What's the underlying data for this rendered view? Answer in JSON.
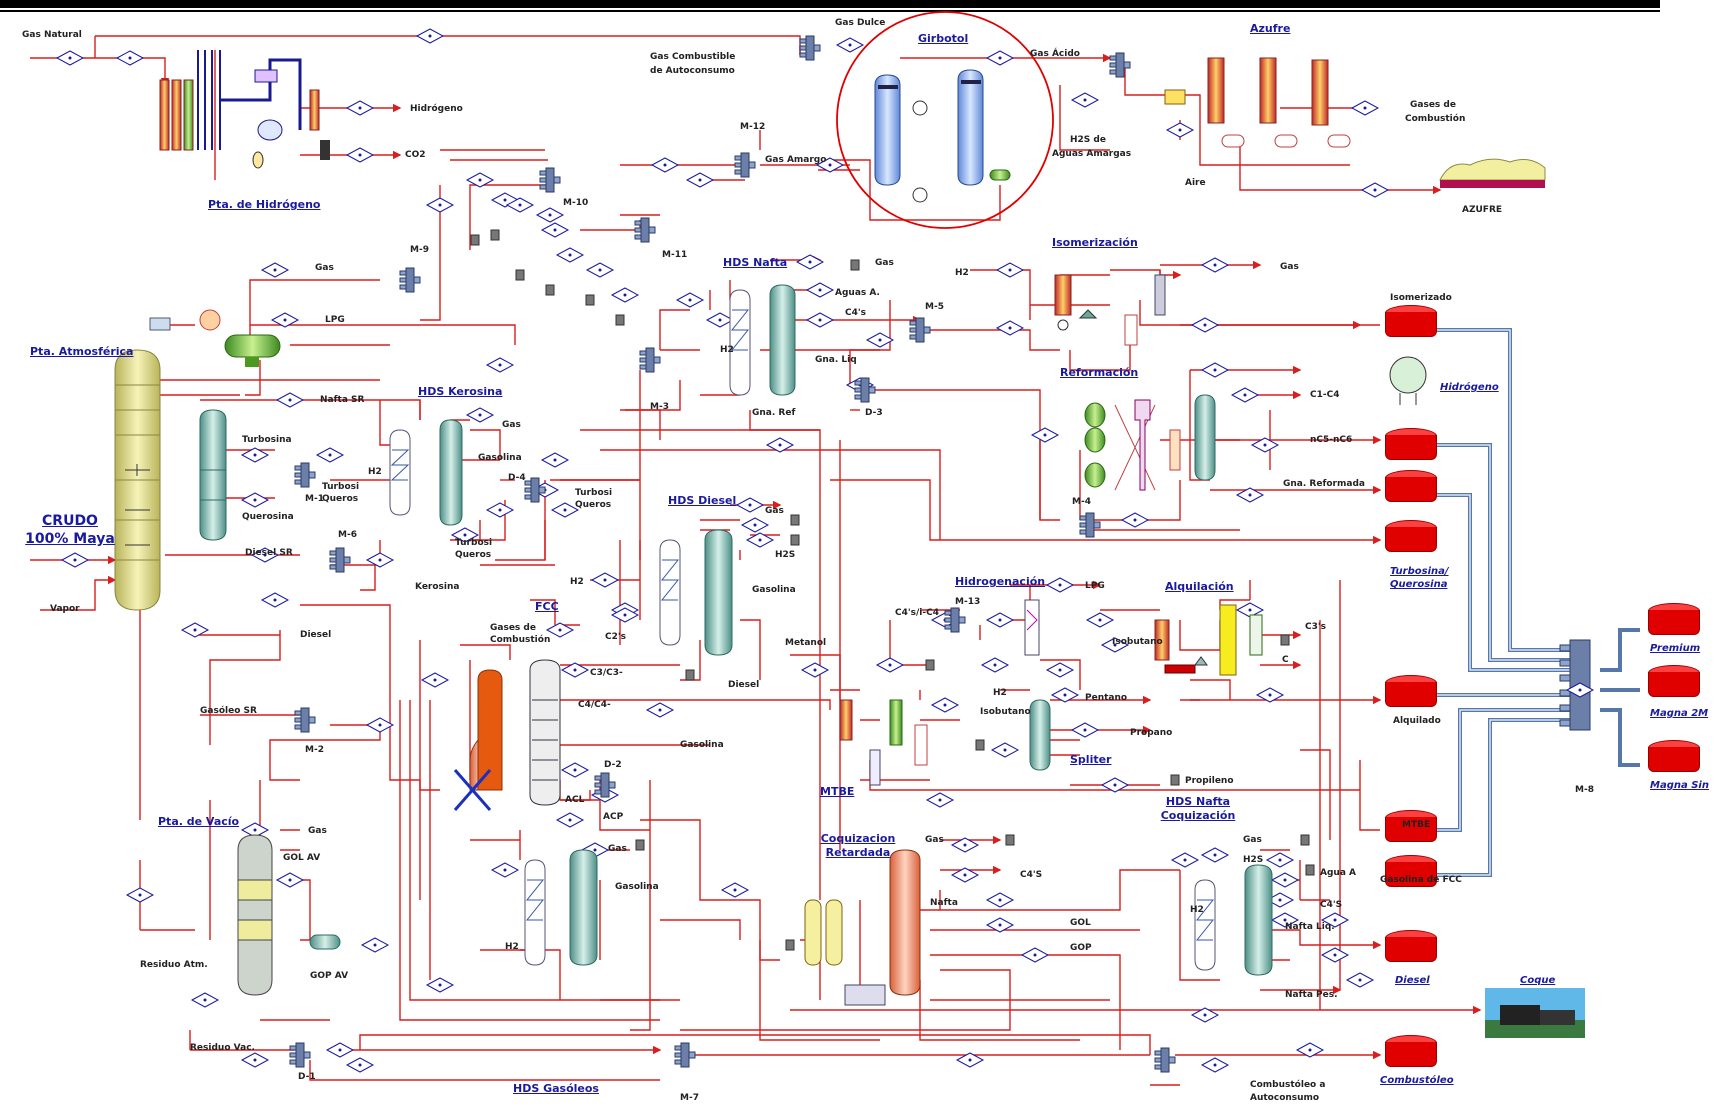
{
  "sections": {
    "pta_hidrogeno": "Pta. de Hidrógeno",
    "girbotol": "Girbotol",
    "azufre": "Azufre",
    "pta_atmosferica": "Pta. Atmosférica",
    "hds_kerosina": "HDS Kerosina",
    "hds_nafta": "HDS Nafta",
    "isomerizacion": "Isomerización",
    "reformacion": "Reformación",
    "hds_diesel": "HDS Diesel",
    "fcc": "FCC",
    "hidrogenacion": "Hidrogenación",
    "alquilacion": "Alquilación",
    "mtbe": "MTBE",
    "spliter": "Spliter",
    "pta_vacio": "Pta. de Vacío",
    "coquizacion_retardada": "Coquizacion Retardada",
    "hds_nafta_coquizacion": "HDS Nafta Coquización",
    "hds_gasoleos": "HDS Gasóleos"
  },
  "crudo": {
    "line1": "CRUDO",
    "line2": "100% Maya"
  },
  "labels": {
    "gas_natural": "Gas Natural",
    "hidrogeno_out": "Hidrógeno",
    "co2": "CO2",
    "gas_dulce": "Gas Dulce",
    "gas_combustible": "Gas Combustible",
    "de_autoconsumo": "de Autoconsumo",
    "gas_acido": "Gas Ácido",
    "h2s_aguas": "H2S de",
    "aguas_amargas": "Aguas Amargas",
    "aire": "Aire",
    "gases_comb_1": "Gases de",
    "gases_comb_2": "Combustión",
    "azufre_prod": "AZUFRE",
    "gas_amargo": "Gas Amargo",
    "m12": "M-12",
    "m10": "M-10",
    "m11": "M-11",
    "m9": "M-9",
    "gas": "Gas",
    "lpg": "LPG",
    "nafta_sr": "Nafta SR",
    "turbosina": "Turbosina",
    "querosina": "Querosina",
    "m1": "M-1",
    "turbo_querosina_1": "Turbosi",
    "turbo_querosina_2": "Queros",
    "diesel_sr": "Diesel SR",
    "m6": "M-6",
    "vapor": "Vapor",
    "h2": "H2",
    "gasolina": "Gasolina",
    "d4": "D-4",
    "kerosina": "Kerosina",
    "diesel": "Diesel",
    "m3": "M-3",
    "gna_ref": "Gna. Ref",
    "gna_liq": "Gna. Liq",
    "d3": "D-3",
    "aguas_a": "Aguas A.",
    "c4s": "C4's",
    "m5": "M-5",
    "c1c4": "C1-C4",
    "nc5nc6": "nC5-nC6",
    "gna_reformada": "Gna. Reformada",
    "m4": "M-4",
    "h2s": "H2S",
    "gases_comb_fcc": "Gases de Combustión",
    "c2s": "C2's",
    "c3c3": "C3/C3-",
    "c4c4": "C4/C4-",
    "acl": "ACL",
    "acp": "ACP",
    "d2": "D-2",
    "metanol": "Metanol",
    "c4_isoc4": "C4's/i-C4",
    "m13": "M-13",
    "isobutano": "Isobutano",
    "pentano": "Pentano",
    "propano": "Propano",
    "propileno": "Propileno",
    "c3s": "C3's",
    "c": "C",
    "gasoleo_sr": "Gasóleo SR",
    "m2": "M-2",
    "gol_av": "GOL AV",
    "gop_av": "GOP AV",
    "residuo_atm": "Residuo Atm.",
    "residuo_vac": "Residuo Vac.",
    "d1": "D-1",
    "m7": "M-7",
    "c4s_cap": "C4'S",
    "nafta": "Nafta",
    "gol": "GOL",
    "gop": "GOP",
    "agua_a": "Agua A",
    "nafta_liq": "Nafta Liq.",
    "nafta_pes": "Nafta Pes.",
    "m8": "M-8",
    "combustoleo_autoconsumo_1": "Combustóleo a",
    "combustoleo_autoconsumo_2": "Autoconsumo"
  },
  "products": {
    "isomerizado": "Isomerizado",
    "hidrogeno": "Hidrógeno",
    "turbosina_querosina": "Turbosina/ Querosina",
    "alquilado": "Alquilado",
    "mtbe": "MTBE",
    "gasolina_fcc": "Gasolina de FCC",
    "diesel": "Diesel",
    "coque": "Coque",
    "combustoleo": "Combustóleo",
    "premium": "Premium",
    "magna_2m": "Magna 2M",
    "magna_sin": "Magna Sin"
  },
  "colors": {
    "pipe": "#d81e1e",
    "stream_diamond_fill": "#ffffff",
    "stream_diamond_stroke": "#1a1aa0",
    "product_tank": "#e00000",
    "product_line": "#5577aa",
    "highlight_circle": "#e00000",
    "section_title": "#1a1aa0",
    "column_yellow": "#f0ec9e",
    "column_teal": "#6cb0a8"
  },
  "icons": {
    "stream_marker": "diamond-stream-icon",
    "mixer": "mixer-icon",
    "tank": "storage-tank-icon",
    "column": "distillation-column-icon",
    "reactor": "reactor-icon",
    "heat_exchanger": "heat-exchanger-icon",
    "pump": "pump-icon",
    "sphere": "hydrogen-sphere-icon",
    "train": "coke-train-icon",
    "sulfur_pile": "sulfur-pile-icon"
  }
}
